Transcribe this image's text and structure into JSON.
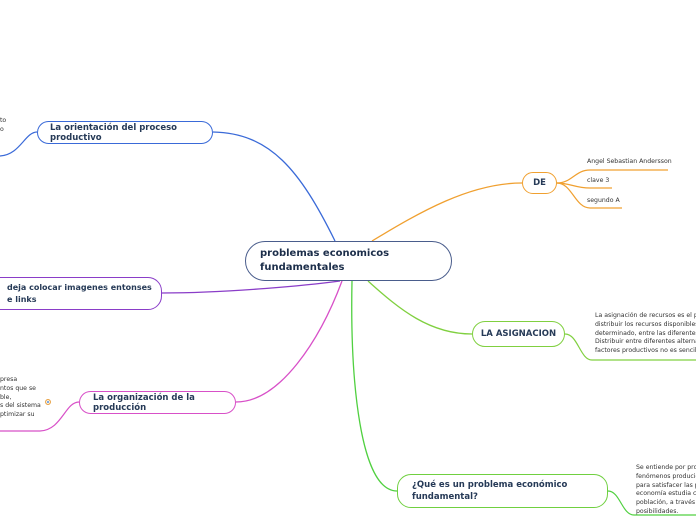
{
  "center": {
    "line1": "problemas economicos",
    "line2": "fundamentales"
  },
  "orientacion": {
    "label": "La orientación del proceso productivo",
    "fragment": [
      "to",
      "o"
    ]
  },
  "links": {
    "line1": "deja colocar imagenes entonses",
    "line2": "e links"
  },
  "organizacion": {
    "label": "La organización de la producción",
    "fragment": [
      "presa",
      "ntos que se",
      "ble,",
      "s del sistema",
      "ptimizar su"
    ]
  },
  "de": {
    "label": "DE",
    "items": [
      "Angel Sebastian Andersson",
      "clave 3",
      "segundo  A"
    ]
  },
  "asignacion": {
    "label": "LA ASIGNACION",
    "text": [
      "La asignación de recursos es el proc",
      "distribuir los recursos disponibles en",
      "determinado, entre las diferentes alt",
      "Distribuir entre diferentes alternativ",
      "factores productivos no es sencillo."
    ]
  },
  "que": {
    "line1": "¿Qué es un problema económico",
    "line2": "fundamental?",
    "text": [
      "Se entiende por probl",
      "fenómenos producido",
      "para satisfacer las pr",
      "economía estudia cóm",
      "población, a través de",
      "posibilidades."
    ]
  },
  "colors": {
    "orientacion": "#3a6ad8",
    "links": "#8a3dc8",
    "organizacion": "#d850c8",
    "de": "#f0a030",
    "asignacion": "#80d040",
    "que": "#50d040"
  }
}
